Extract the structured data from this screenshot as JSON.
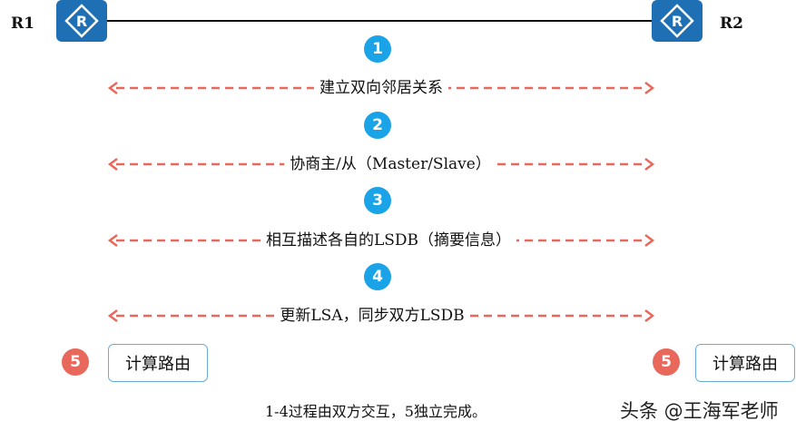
{
  "routers": {
    "left": {
      "label": "R1",
      "icon_letter": "R"
    },
    "right": {
      "label": "R2",
      "icon_letter": "R"
    }
  },
  "steps": [
    {
      "number": "1",
      "text": "建立双向邻居关系"
    },
    {
      "number": "2",
      "text": "协商主/从（Master/Slave）"
    },
    {
      "number": "3",
      "text": "相互描述各自的LSDB（摘要信息）"
    },
    {
      "number": "4",
      "text": "更新LSA，同步双方LSDB"
    }
  ],
  "final_step": {
    "number": "5",
    "left_box": "计算路由",
    "right_box": "计算路由"
  },
  "footnote": "1-4过程由双方交互，5独立完成。",
  "watermark": "头条 @王海军老师",
  "colors": {
    "router": "#1f6fb4",
    "step_circle": "#1aa3e6",
    "final_circle": "#e8695b",
    "arrow": "#e8695b",
    "box_border": "#6aaed6"
  }
}
